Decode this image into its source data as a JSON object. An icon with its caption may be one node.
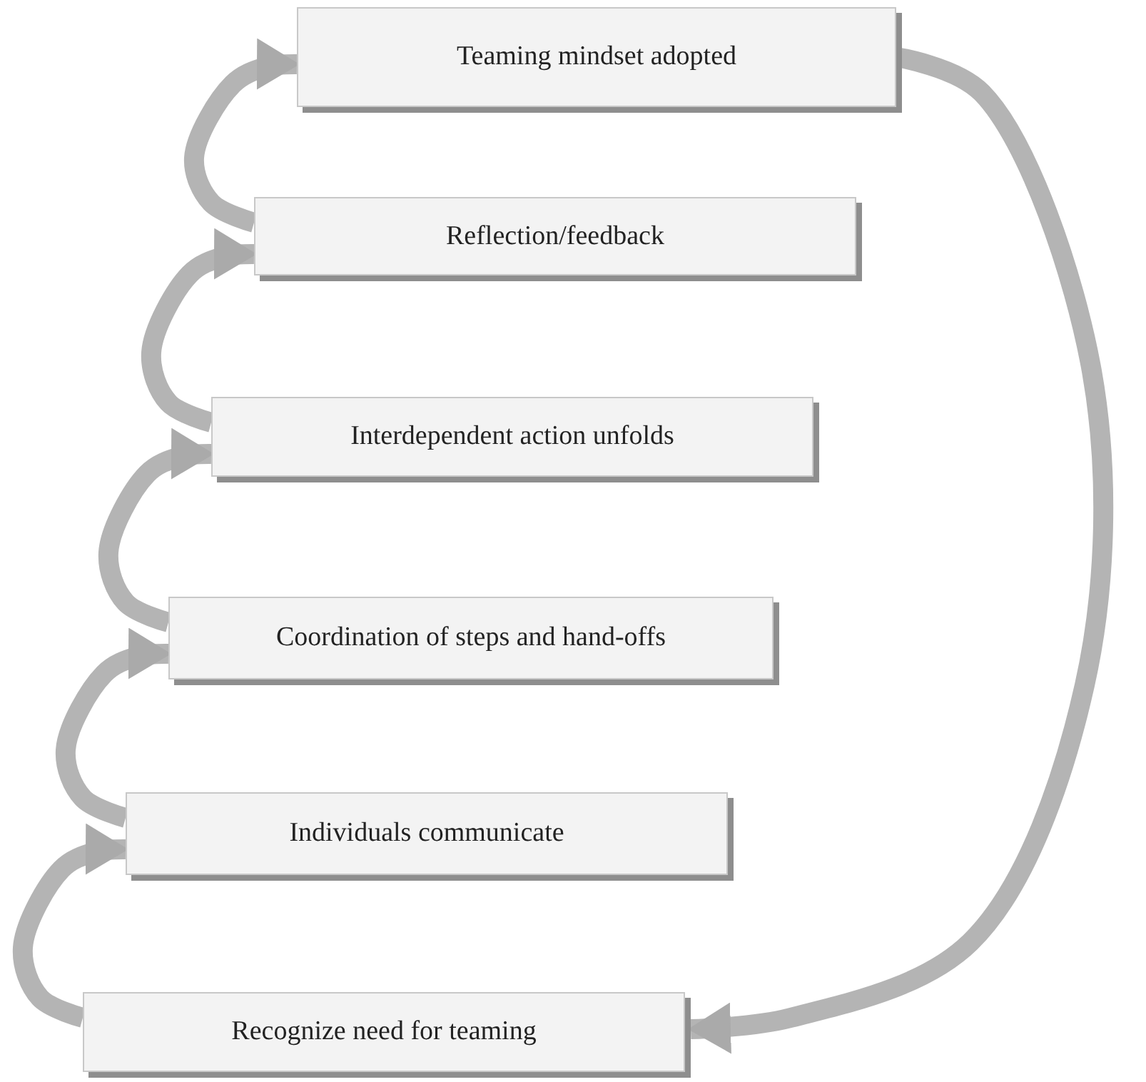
{
  "diagram": {
    "nodes": [
      {
        "text": [
          "Teaming mindset adopted"
        ]
      },
      {
        "text": [
          "Reflection/feedback"
        ]
      },
      {
        "text": [
          "Interdependent action unfolds"
        ]
      },
      {
        "text": [
          "Coordination of steps and hand-offs"
        ]
      },
      {
        "text": [
          "Individuals communicate"
        ]
      },
      {
        "text": [
          "Recognize need for teaming"
        ]
      }
    ],
    "edges": [
      {
        "from": 5,
        "to": 4,
        "arrow": "to"
      },
      {
        "from": 4,
        "to": 3,
        "arrow": "to"
      },
      {
        "from": 3,
        "to": 2,
        "arrow": "to"
      },
      {
        "from": 2,
        "to": 1,
        "arrow": "to"
      },
      {
        "from": 1,
        "to": 0,
        "arrow": "to"
      },
      {
        "from": 0,
        "to": 5,
        "arrow": "to"
      }
    ]
  }
}
